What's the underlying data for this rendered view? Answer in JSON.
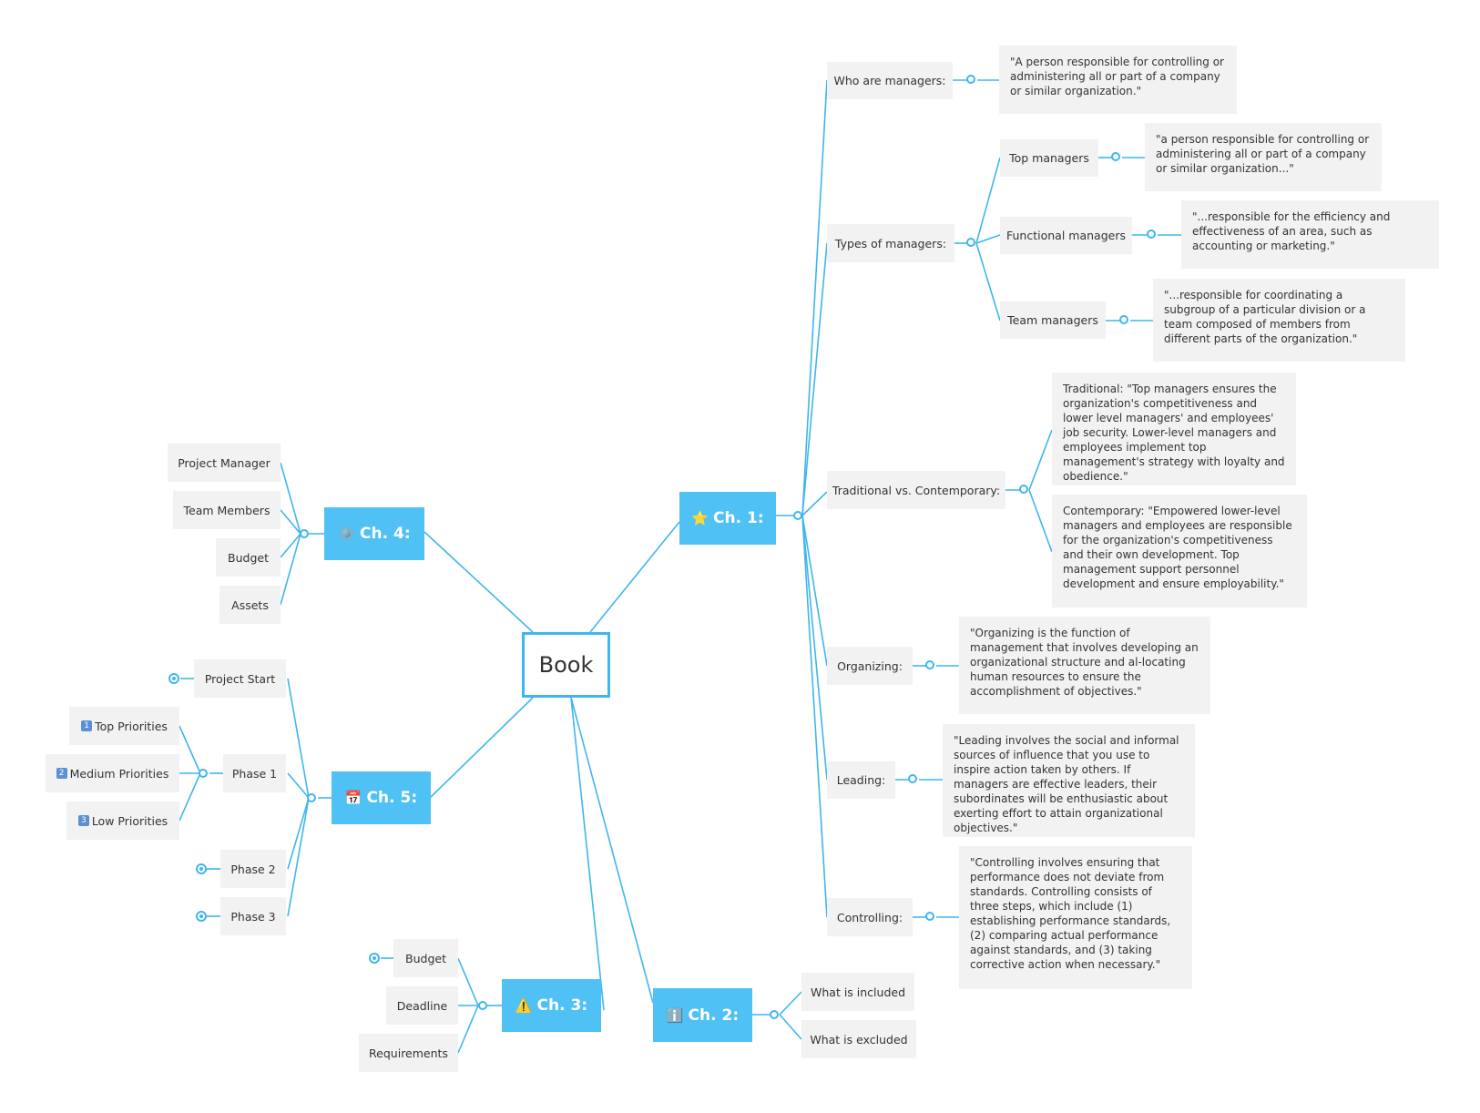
{
  "root": {
    "label": "Book"
  },
  "ch1": {
    "icon": "star-icon",
    "icon_glyph": "⭐",
    "label": "Ch. 1:",
    "who": {
      "label": "Who are managers:",
      "note": "\"A person responsible for controlling or administering all or part of a company or similar organization.\""
    },
    "types": {
      "label": "Types of managers:",
      "top": {
        "label": "Top managers",
        "note": "\"a person responsible for controlling or administering all or part of a company or similar organization...\""
      },
      "functional": {
        "label": "Functional managers",
        "note": "\"...responsible for the efficiency and effectiveness of an area, such as accounting or marketing.\""
      },
      "team": {
        "label": "Team managers",
        "note": "\"...responsible for coordinating a subgroup of a particular division or a team composed of members from different parts of the organization.\""
      }
    },
    "trad": {
      "label": "Traditional vs. Contemporary:",
      "traditional": "Traditional: \"Top managers ensures the organization's competitiveness and lower level managers' and employees' job security. Lower-level managers and employees implement top management's strategy with loyalty and obedience.\"",
      "contemporary": "Contemporary: \"Empowered lower-level managers and employees are responsible for the organization's competitiveness and their own development. Top management support personnel development and ensure employability.\""
    },
    "organizing": {
      "label": "Organizing:",
      "note": "\"Organizing is the function of management that involves developing an organizational structure and al-locating human resources to ensure the accomplishment of objectives.\""
    },
    "leading": {
      "label": "Leading:",
      "note": "\"Leading involves the social and informal sources of influence that you use to inspire action taken by others. If managers are effective leaders, their subordinates will be enthusiastic about exerting effort to attain organizational objectives.\""
    },
    "controlling": {
      "label": "Controlling:",
      "note": "\"Controlling involves ensuring that performance does not deviate from standards. Controlling consists of three steps, which include (1) establishing performance standards, (2) comparing actual performance against standards, and (3) taking corrective action when necessary.\""
    }
  },
  "ch2": {
    "icon": "info-icon",
    "icon_glyph": "ℹ️",
    "label": "Ch. 2:",
    "included": "What is included",
    "excluded": "What is excluded"
  },
  "ch3": {
    "icon": "warning-icon",
    "icon_glyph": "⚠️",
    "label": "Ch. 3:",
    "budget": "Budget",
    "deadline": "Deadline",
    "requirements": "Requirements"
  },
  "ch4": {
    "icon": "gear-icon",
    "icon_glyph": "⚙️",
    "label": "Ch. 4:",
    "pm": "Project Manager",
    "team": "Team Members",
    "budget": "Budget",
    "assets": "Assets"
  },
  "ch5": {
    "icon": "calendar-icon",
    "icon_glyph": "📅",
    "label": "Ch. 5:",
    "start": "Project Start",
    "phase1": "Phase 1",
    "phase2": "Phase 2",
    "phase3": "Phase 3",
    "top": {
      "badge": "1",
      "label": "Top Priorities"
    },
    "medium": {
      "badge": "2",
      "label": "Medium Priorities"
    },
    "low": {
      "badge": "3",
      "label": "Low Priorities"
    }
  },
  "colors": {
    "accent": "#4fc1f5",
    "line": "#3fb6ee",
    "leaf_bg": "#f2f2f2"
  }
}
